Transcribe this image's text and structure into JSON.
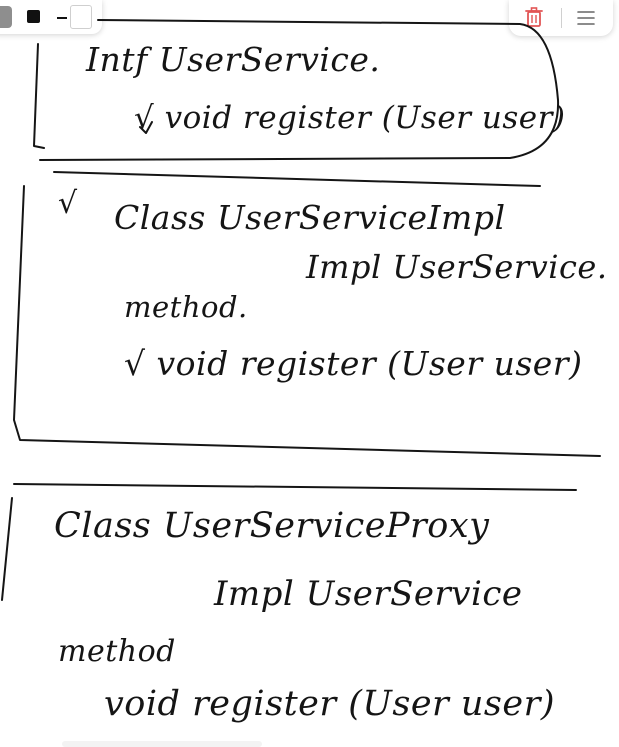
{
  "toolbar_left": {
    "swatches": [
      {
        "name": "gray-swatch",
        "color": "#8e8e8e"
      },
      {
        "name": "black-swatch",
        "color": "#111111"
      },
      {
        "name": "white-swatch",
        "color": "#ffffff"
      }
    ]
  },
  "toolbar_right": {
    "delete_icon": "trash-icon",
    "delete_color": "#e25555",
    "menu_icon": "hamburger-menu-icon"
  },
  "notes": {
    "block1": {
      "line1": "Intf UserService.",
      "line2": "√ void register (User user)"
    },
    "block2": {
      "line1": "√",
      "line2": "Class UserServiceImpl",
      "line3": "Impl UserService.",
      "line4": "method.",
      "line5": "√ void register (User user)"
    },
    "block3": {
      "line1": "Class UserServiceProxy",
      "line2": "Impl UserService",
      "line3": "method",
      "line4": "void register (User user)"
    }
  }
}
